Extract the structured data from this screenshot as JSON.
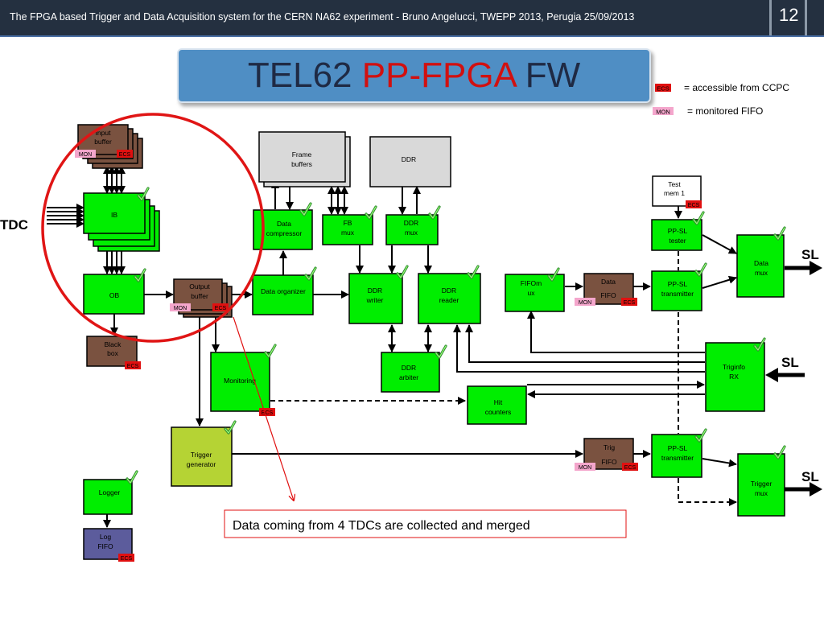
{
  "header": {
    "title": "The FPGA based Trigger and Data Acquisition system for the CERN NA62 experiment - Bruno Angelucci, TWEPP 2013, Perugia 25/09/2013",
    "page": "12"
  },
  "slide_title": {
    "main": "TEL62 ",
    "highlight": "PP-FPGA",
    "rest": " FW"
  },
  "legend": {
    "ecs_badge": "ECS",
    "ecs_text": "= accessible from CCPC",
    "mon_badge": "MON",
    "mon_text": "= monitored FIFO"
  },
  "labels": {
    "tdc": "TDC",
    "sl_top": "SL",
    "sl_mid": "SL",
    "sl_bot": "SL",
    "ecs": "ECS",
    "mon": "MON"
  },
  "blocks": {
    "input_buffer": [
      "Input",
      "buffer"
    ],
    "ib": "IB",
    "ob": "OB",
    "black_box": [
      "Black",
      "box"
    ],
    "output_buffer": [
      "Output",
      "buffer"
    ],
    "frame_buffers": [
      "Frame",
      "buffers"
    ],
    "ddr": "DDR",
    "data_compressor": [
      "Data",
      "compressor"
    ],
    "fb_mux": [
      "FB",
      "mux"
    ],
    "ddr_mux": [
      "DDR",
      "mux"
    ],
    "data_organizer": "Data organizer",
    "ddr_writer": [
      "DDR",
      "writer"
    ],
    "ddr_reader": [
      "DDR",
      "reader"
    ],
    "ddr_arbiter": [
      "DDR",
      "arbiter"
    ],
    "fifomux": [
      "FIFOm",
      "ux"
    ],
    "data_fifo": [
      "Data",
      "FIFO"
    ],
    "test_mem": [
      "Test",
      "mem 1"
    ],
    "ppsl_tester": [
      "PP-SL",
      "tester"
    ],
    "ppsl_transmitter_1": [
      "PP-SL",
      "transmitter"
    ],
    "data_mux": [
      "Data",
      "mux"
    ],
    "triginfo_rx": [
      "Triginfo",
      "RX"
    ],
    "monitoring": "Monitoring",
    "hit_counters": [
      "Hit",
      "counters"
    ],
    "trigger_generator": [
      "Trigger",
      "generator"
    ],
    "trig_fifo": [
      "Trig",
      "FIFO"
    ],
    "ppsl_transmitter_2": [
      "PP-SL",
      "transmitter"
    ],
    "trigger_mux": [
      "Trigger",
      "mux"
    ],
    "logger": "Logger",
    "log_fifo": [
      "Log",
      "FIFO"
    ]
  },
  "annotation": "Data coming from  4 TDCs are collected and merged",
  "colors": {
    "header_bg": "#243040",
    "title_bg": "#4f8ec4",
    "green": "#00ee00",
    "brown": "#7a5240",
    "gray": "#d9d9d9",
    "olive": "#b5d334",
    "navy": "#5c5c9c",
    "ecs": "#e01010",
    "mon": "#f4a6cc",
    "circle": "#e01515"
  }
}
